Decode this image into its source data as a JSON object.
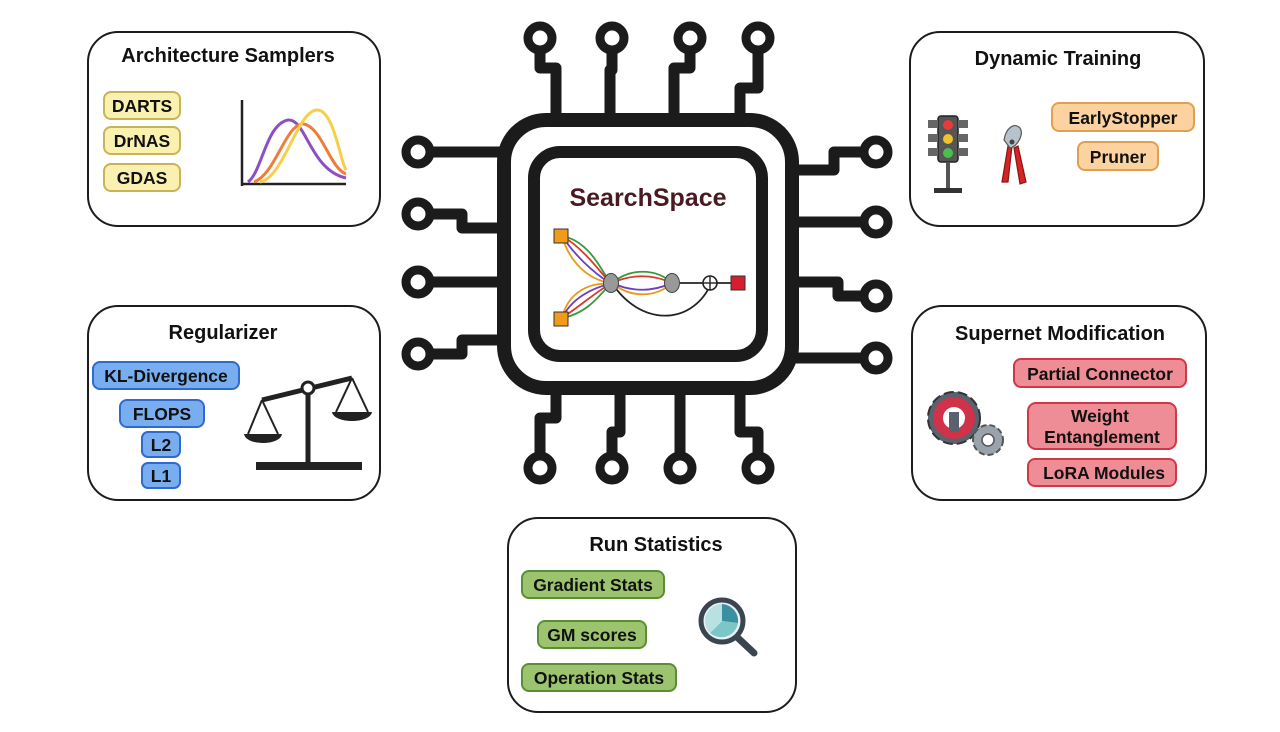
{
  "colors": {
    "yellow_fill": "#faf0b0",
    "yellow_stroke": "#c8b456",
    "orange_fill": "#fcd3a0",
    "orange_stroke": "#e0a050",
    "blue_fill": "#78aef0",
    "blue_stroke": "#2f6bcf",
    "red_fill": "#ef8d96",
    "red_stroke": "#d03849",
    "green_fill": "#9cc46f",
    "green_stroke": "#5c8d34",
    "chip_title": "#4a1a22"
  },
  "chip": {
    "title": "SearchSpace",
    "icon": "supernet-graph-icon"
  },
  "panels": {
    "architecture_samplers": {
      "title": "Architecture Samplers",
      "icon": "distribution-curves-icon",
      "items": [
        "DARTS",
        "DrNAS",
        "GDAS"
      ]
    },
    "dynamic_training": {
      "title": "Dynamic Training",
      "icons": [
        "traffic-light-icon",
        "pruning-shears-icon"
      ],
      "items": [
        "EarlyStopper",
        "Pruner"
      ]
    },
    "regularizer": {
      "title": "Regularizer",
      "icon": "balance-scale-icon",
      "items": [
        "KL-Divergence",
        "FLOPS",
        "L2",
        "L1"
      ]
    },
    "supernet_modification": {
      "title": "Supernet Modification",
      "icon": "gears-icon",
      "items": [
        "Partial Connector",
        "Weight",
        "Entanglement",
        "LoRA Modules"
      ]
    },
    "run_statistics": {
      "title": "Run Statistics",
      "icon": "magnifier-chart-icon",
      "items": [
        "Gradient Stats",
        "GM scores",
        "Operation Stats"
      ]
    }
  }
}
